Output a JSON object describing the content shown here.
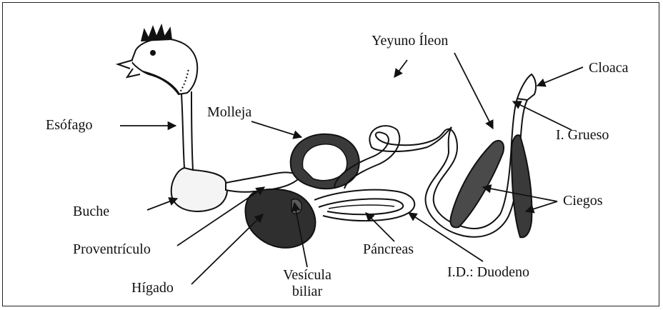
{
  "labels": {
    "yeyuno_ileon": "Yeyuno Íleon",
    "cloaca": "Cloaca",
    "esofago": "Esófago",
    "molleja": "Molleja",
    "grueso": "I. Grueso",
    "buche": "Buche",
    "ciegos": "Ciegos",
    "proventriculo": "Proventrículo",
    "pancreas": "Páncreas",
    "higado": "Hígado",
    "vesicula_1": "Vesícula",
    "vesicula_2": "biliar",
    "duodeno": "I.D.: Duodeno"
  },
  "colors": {
    "ink": "#111111",
    "organ_dark": "#2f2f2f",
    "organ_gray": "#5a5a5a",
    "crop_fill": "#f4f4f4"
  }
}
